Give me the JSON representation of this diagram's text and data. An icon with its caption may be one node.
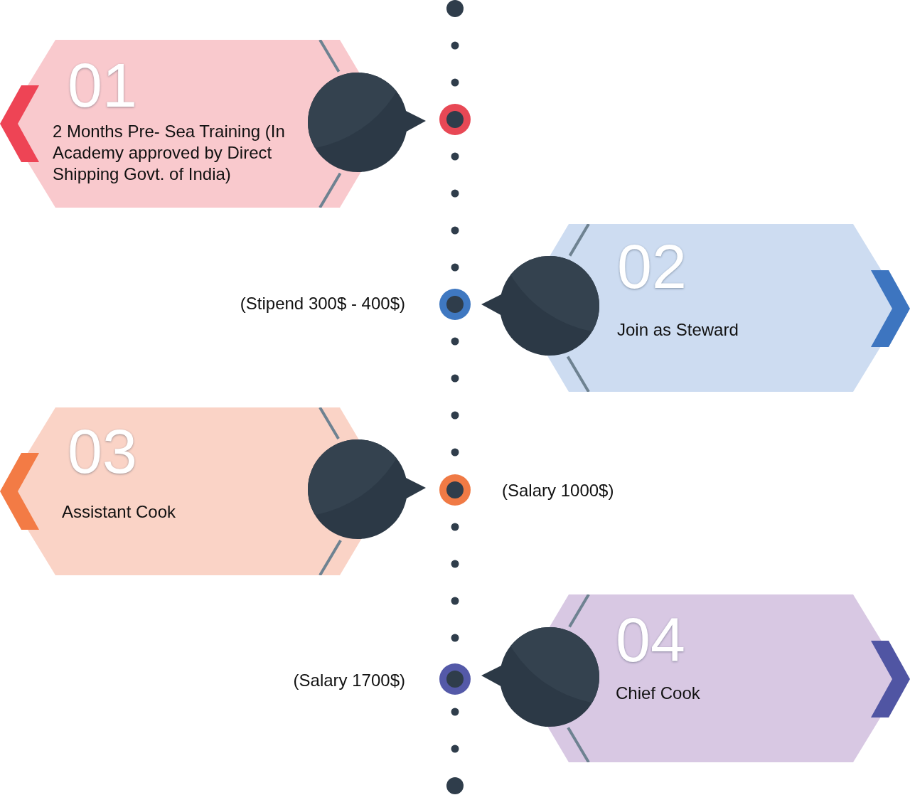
{
  "diagram": {
    "nodes": [
      {
        "text": [
          "01",
          "2 Months Pre- Sea Training (In Academy approved by Direct Shipping Govt. of India)"
        ]
      },
      {
        "text": [
          "02",
          "Join as Steward"
        ]
      },
      {
        "text": [
          "03",
          "Assistant Cook"
        ]
      },
      {
        "text": [
          "04",
          "Chief Cook"
        ]
      }
    ],
    "labels": [
      "(Stipend 300$ - 400$)",
      "(Salary 1000$)",
      "(Salary 1700$)"
    ]
  }
}
